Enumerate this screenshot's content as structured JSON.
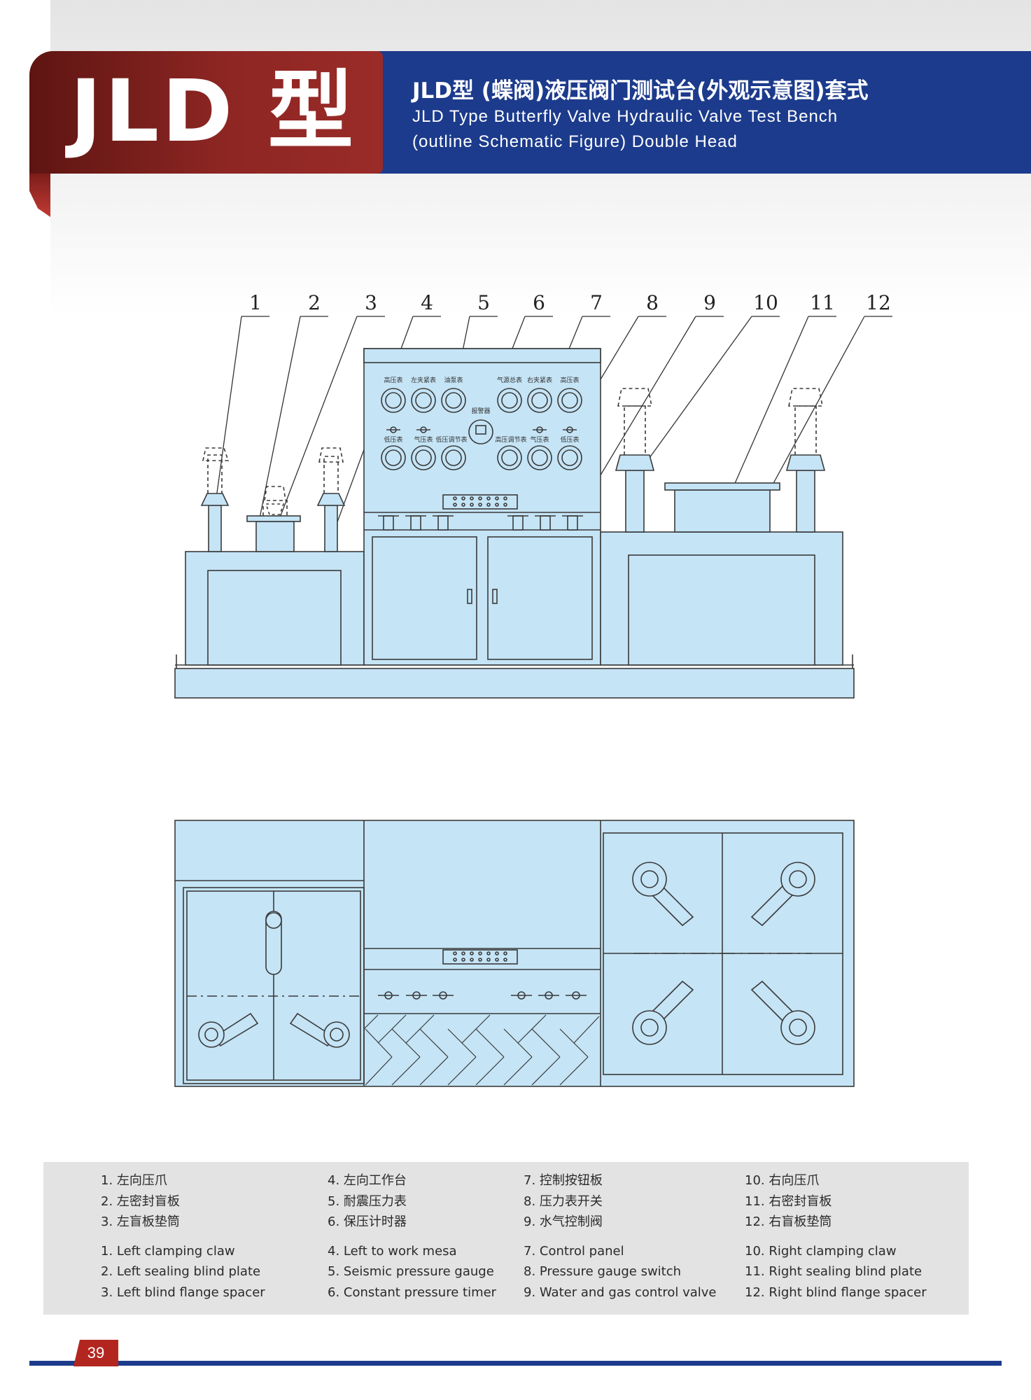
{
  "header": {
    "badge": "JLD 型",
    "title_cn": "JLD型 (蝶阀)液压阀门测试台(外观示意图)套式",
    "title_en_line1": "JLD Type Butterfly Valve Hydraulic Valve Test Bench",
    "title_en_line2": "(outline Schematic Figure) Double  Head"
  },
  "drawing": {
    "callouts": [
      "1",
      "2",
      "3",
      "4",
      "5",
      "6",
      "7",
      "8",
      "9",
      "10",
      "11",
      "12"
    ],
    "gauge_labels_top": [
      "高压表",
      "左夹紧表",
      "油泵表",
      "气源总表",
      "右夹紧表",
      "高压表"
    ],
    "gauge_labels_bottom": [
      "低压表",
      "气压表",
      "低压调节表",
      "高压调节表",
      "气压表",
      "低压表"
    ],
    "timer_label": "报警器"
  },
  "legend": {
    "cn": [
      [
        "1. 左向压爪",
        "2. 左密封盲板",
        "3. 左盲板垫筒"
      ],
      [
        "4. 左向工作台",
        "5. 耐震压力表",
        "6. 保压计时器"
      ],
      [
        "7. 控制按钮板",
        "8. 压力表开关",
        "9. 水气控制阀"
      ],
      [
        "10. 右向压爪",
        "11. 右密封盲板",
        "12. 右盲板垫筒"
      ]
    ],
    "en": [
      [
        "1. Left clamping claw",
        "2. Left sealing blind plate",
        "3. Left blind flange spacer"
      ],
      [
        "4. Left to work mesa",
        "5. Seismic pressure gauge",
        "6. Constant pressure timer"
      ],
      [
        "7. Control panel",
        "8. Pressure gauge switch",
        "9. Water and gas control valve"
      ],
      [
        "10. Right clamping claw",
        "11. Right sealing blind plate",
        "12. Right blind flange spacer"
      ]
    ]
  },
  "footer": {
    "page_number": "39"
  },
  "colors": {
    "brand_red": "#8d2623",
    "brand_blue": "#1c3b8c",
    "machine_fill": "#c5e4f6",
    "line": "#3a3a3a"
  }
}
